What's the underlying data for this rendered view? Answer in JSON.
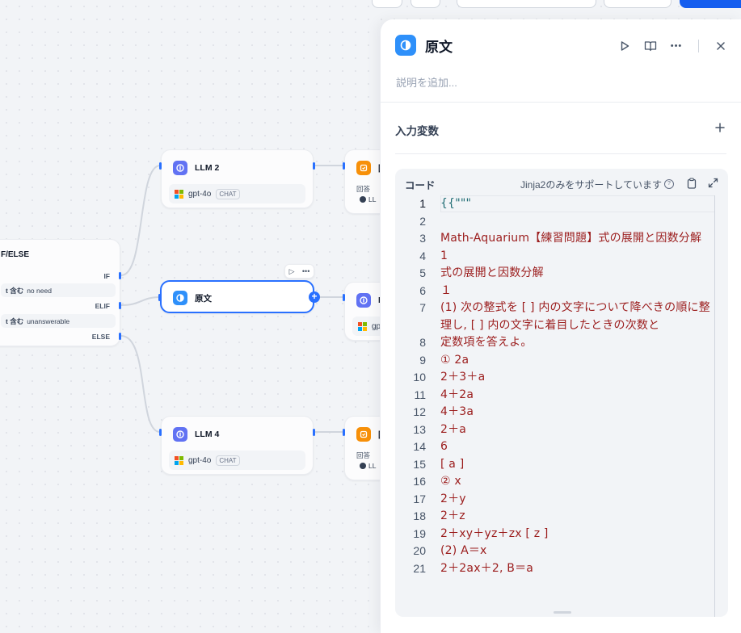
{
  "canvas": {
    "ifelse": {
      "title": "F/ELSE",
      "if_label": "IF",
      "elif_label": "ELIF",
      "else_label": "ELSE",
      "conditions": [
        {
          "op": "t 含む",
          "value": "no need"
        },
        {
          "op": "t 含む",
          "value": "unanswerable"
        }
      ]
    },
    "llm2": {
      "title": "LLM 2",
      "model": "gpt-4o",
      "badge": "CHAT"
    },
    "original": {
      "title": "原文"
    },
    "llm4": {
      "title": "LLM 4",
      "model": "gpt-4o",
      "badge": "CHAT"
    },
    "answer_top": {
      "title": "回",
      "sub": "回答",
      "ref": "LL"
    },
    "answer_bottom": {
      "title": "回",
      "sub": "回答",
      "ref": "LL"
    },
    "llm_mid": {
      "title": "LL",
      "model": "gp"
    }
  },
  "panel": {
    "title": "原文",
    "description_placeholder": "説明を追加...",
    "inputs_title": "入力変数",
    "code": {
      "label": "コード",
      "hint": "Jinja2のみをサポートしています",
      "lines": [
        {
          "n": "1",
          "text": "{{\"\"\""
        },
        {
          "n": "2",
          "text": ""
        },
        {
          "n": "3",
          "text": "Math-Aquarium【練習問題】式の展開と因数分解"
        },
        {
          "n": "4",
          "text": "1"
        },
        {
          "n": "5",
          "text": "式の展開と因数分解"
        },
        {
          "n": "6",
          "text": "１"
        },
        {
          "n": "7",
          "text": "(1) 次の整式を [ ] 内の文字について降べきの順に整理し, [ ] 内の文字に着目したときの次数と"
        },
        {
          "n": "8",
          "text": "定数項を答えよ。"
        },
        {
          "n": "9",
          "text": "① 2a"
        },
        {
          "n": "10",
          "text": "2＋3＋a"
        },
        {
          "n": "11",
          "text": "4＋2a"
        },
        {
          "n": "12",
          "text": "4＋3a"
        },
        {
          "n": "13",
          "text": "2＋a"
        },
        {
          "n": "14",
          "text": "6"
        },
        {
          "n": "15",
          "text": "[ a ]"
        },
        {
          "n": "16",
          "text": "② x"
        },
        {
          "n": "17",
          "text": "2＋y"
        },
        {
          "n": "18",
          "text": "2＋z"
        },
        {
          "n": "19",
          "text": "2＋xy＋yz＋zx [ z ]"
        },
        {
          "n": "20",
          "text": "(2) A＝x"
        },
        {
          "n": "21",
          "text": "2＋2ax＋2, B＝a"
        }
      ]
    }
  },
  "colors": {
    "accent": "#2970ff",
    "code_text": "#9b1c1c",
    "brace_text": "#1e6b73"
  }
}
